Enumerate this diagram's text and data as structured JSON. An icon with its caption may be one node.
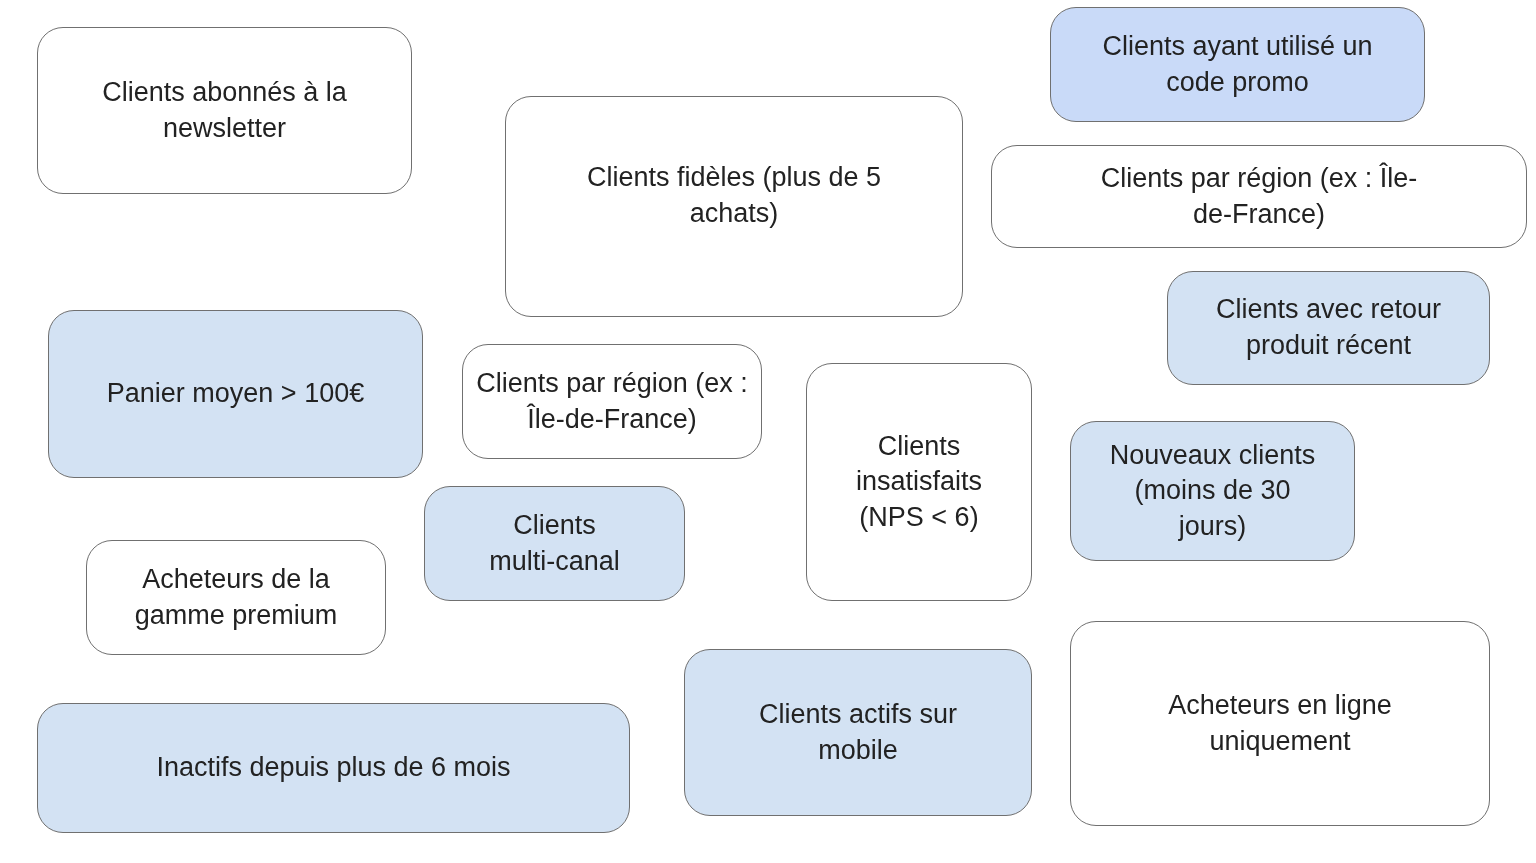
{
  "diagram": {
    "nodes": [
      {
        "text": [
          "Clients abonnés à la newsletter"
        ]
      },
      {
        "text": [
          "Clients ayant utilisé un code promo"
        ]
      },
      {
        "text": [
          "Clients fidèles (plus de 5 achats)"
        ]
      },
      {
        "text": [
          "Clients par région (ex : Île-de-France)"
        ]
      },
      {
        "text": [
          "Clients avec retour produit récent"
        ]
      },
      {
        "text": [
          "Panier moyen > 100€"
        ]
      },
      {
        "text": [
          "Clients par région (ex : Île-de-France)"
        ]
      },
      {
        "text": [
          "Clients insatisfaits (NPS < 6)"
        ]
      },
      {
        "text": [
          "Nouveaux clients (moins de 30 jours)"
        ]
      },
      {
        "text": [
          "Clients multi-canal"
        ]
      },
      {
        "text": [
          "Acheteurs de la gamme premium"
        ]
      },
      {
        "text": [
          "Acheteurs en ligne uniquement"
        ]
      },
      {
        "text": [
          "Clients actifs sur mobile"
        ]
      },
      {
        "text": [
          "Inactifs depuis plus de 6 mois"
        ]
      }
    ]
  }
}
